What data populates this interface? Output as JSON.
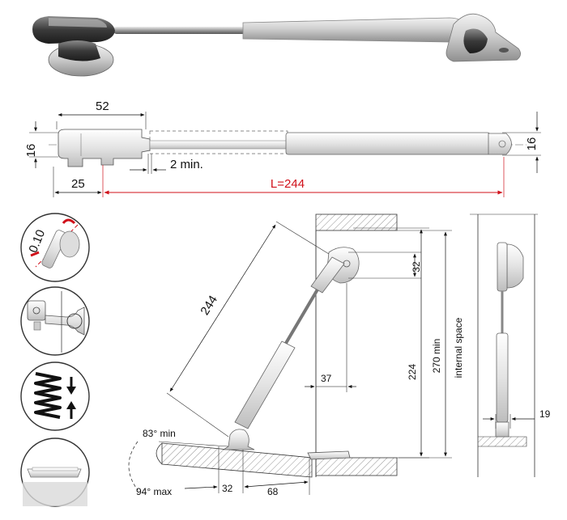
{
  "product": {
    "brand_text": "",
    "top_dims": {
      "w52": "52",
      "h16_left": "16",
      "h16_right": "16",
      "min2": "2 min.",
      "d25": "25",
      "length": "L=244"
    }
  },
  "icons": {
    "tolerance": "0.10"
  },
  "install": {
    "arm": "244",
    "d32_top": "32",
    "d37": "37",
    "d224": "224",
    "d270": "270 min",
    "internal": "internal space",
    "angle_min": "83° min",
    "angle_max": "94° max",
    "d32_bottom": "32",
    "d68": "68",
    "d19": "19"
  },
  "colors": {
    "red": "#d0101a",
    "metal": "#c9c9c9",
    "dark": "#222222"
  }
}
